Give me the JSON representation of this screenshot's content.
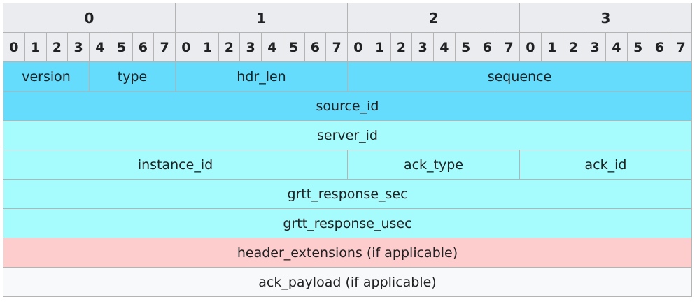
{
  "octets": [
    "0",
    "1",
    "2",
    "3"
  ],
  "bits": [
    "0",
    "1",
    "2",
    "3",
    "4",
    "5",
    "6",
    "7",
    "0",
    "1",
    "2",
    "3",
    "4",
    "5",
    "6",
    "7",
    "0",
    "1",
    "2",
    "3",
    "4",
    "5",
    "6",
    "7",
    "0",
    "1",
    "2",
    "3",
    "4",
    "5",
    "6",
    "7"
  ],
  "rows": [
    [
      {
        "label": "version",
        "span": 4,
        "color": "#66dcfd"
      },
      {
        "label": "type",
        "span": 4,
        "color": "#66dcfd"
      },
      {
        "label": "hdr_len",
        "span": 8,
        "color": "#66dcfd"
      },
      {
        "label": "sequence",
        "span": 16,
        "color": "#66dcfd"
      }
    ],
    [
      {
        "label": "source_id",
        "span": 32,
        "color": "#66dcfd"
      }
    ],
    [
      {
        "label": "server_id",
        "span": 32,
        "color": "#a6fcfd"
      }
    ],
    [
      {
        "label": "instance_id",
        "span": 16,
        "color": "#a6fcfd"
      },
      {
        "label": "ack_type",
        "span": 8,
        "color": "#a6fcfd"
      },
      {
        "label": "ack_id",
        "span": 8,
        "color": "#a6fcfd"
      }
    ],
    [
      {
        "label": "grtt_response_sec",
        "span": 32,
        "color": "#a6fcfd"
      }
    ],
    [
      {
        "label": "grtt_response_usec",
        "span": 32,
        "color": "#a6fcfd"
      }
    ],
    [
      {
        "label": "header_extensions (if applicable)",
        "span": 32,
        "color": "#fdcdcd"
      }
    ],
    [
      {
        "label": "ack_payload (if applicable)",
        "span": 32,
        "color": "#f8f9fa"
      }
    ]
  ]
}
